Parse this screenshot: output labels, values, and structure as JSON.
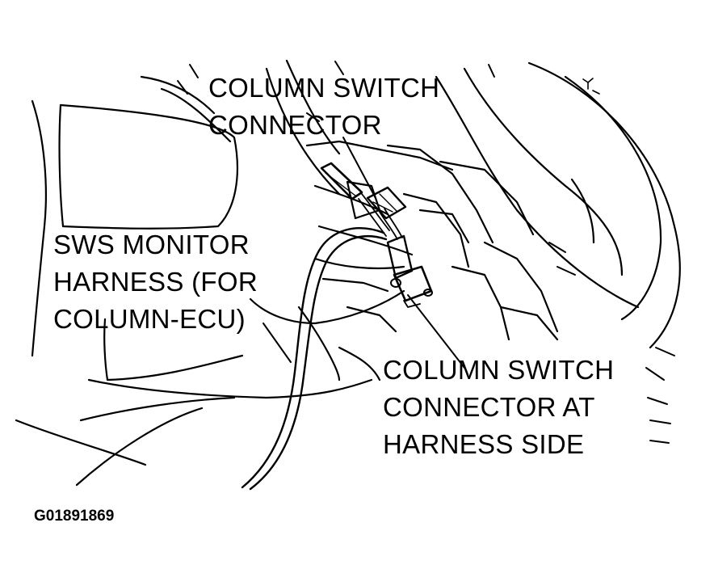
{
  "labels": {
    "column_switch_connector": [
      "COLUMN SWITCH",
      "CONNECTOR"
    ],
    "sws_monitor_harness": [
      "SWS MONITOR",
      "HARNESS (FOR",
      "COLUMN-ECU)"
    ],
    "column_switch_connector_harness_side": [
      "COLUMN SWITCH",
      "CONNECTOR AT",
      "HARNESS SIDE"
    ]
  },
  "figure_id": "G01891869"
}
